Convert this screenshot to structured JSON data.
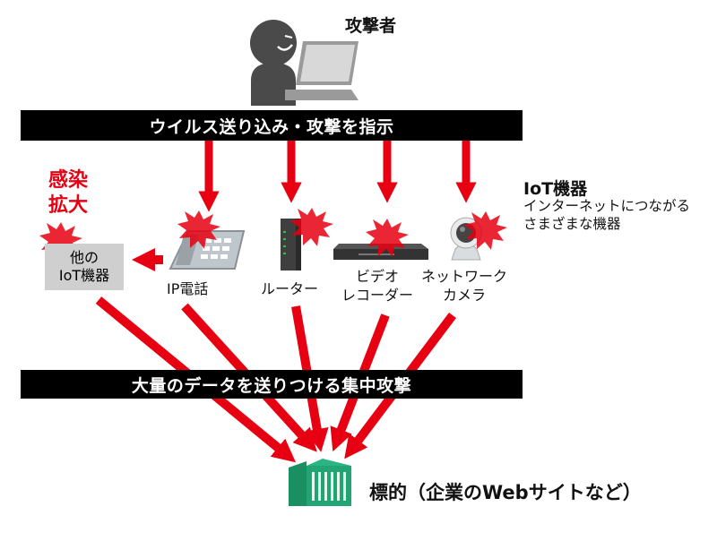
{
  "colors": {
    "attack_red": "#e60012",
    "bar_black": "#000000",
    "target_green": "#1a9a6a",
    "box_gray": "#cfcfcf"
  },
  "attacker": {
    "label": "攻撃者",
    "icon": "attacker-with-laptop-icon"
  },
  "top_bar": {
    "text": "ウイルス送り込み・攻撃を指示"
  },
  "spread": {
    "line1": "感染",
    "line2": "拡大"
  },
  "other_iot": {
    "line1": "他の",
    "line2": "IoT機器"
  },
  "devices": [
    {
      "id": "ip-phone",
      "icon": "ip-phone-icon",
      "lines": [
        "IP電話"
      ]
    },
    {
      "id": "router",
      "icon": "router-icon",
      "lines": [
        "ルーター"
      ]
    },
    {
      "id": "video-recorder",
      "icon": "video-recorder-icon",
      "lines": [
        "ビデオ",
        "レコーダー"
      ]
    },
    {
      "id": "network-camera",
      "icon": "network-camera-icon",
      "lines": [
        "ネットワーク",
        "カメラ"
      ]
    }
  ],
  "iot_note": {
    "title": "IoT機器",
    "line1": "インターネットにつながる",
    "line2": "さまざまな機器"
  },
  "bottom_bar": {
    "text": "大量のデータを送りつける集中攻撃"
  },
  "target": {
    "label": "標的（企業のWebサイトなど）",
    "icon": "building-icon"
  }
}
